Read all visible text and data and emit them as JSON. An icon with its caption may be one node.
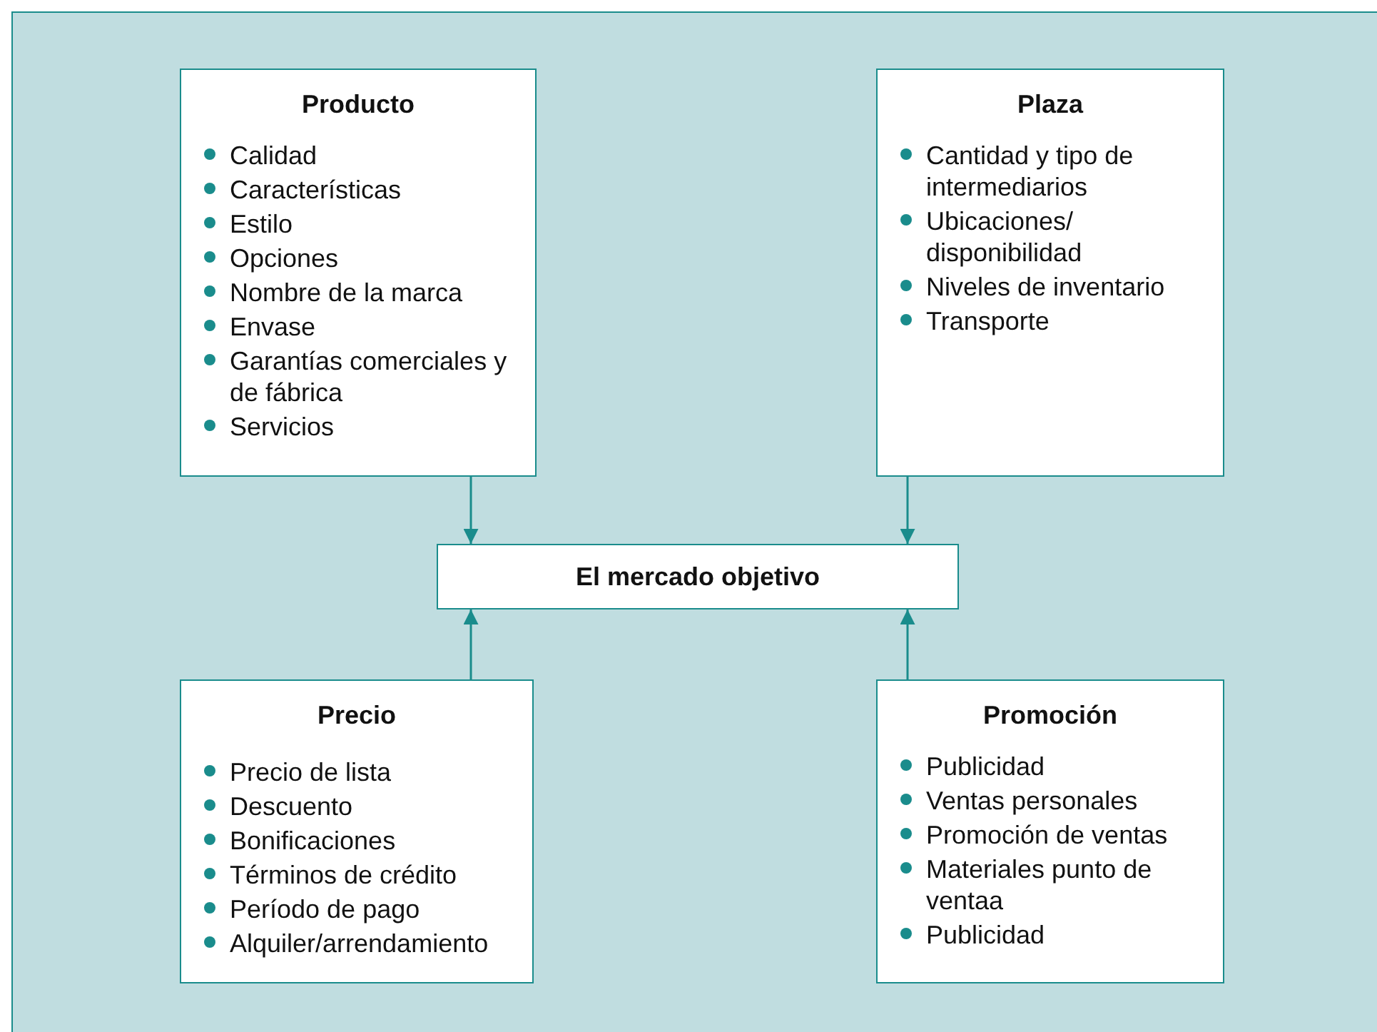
{
  "diagram": {
    "nodes": [
      {
        "text": [
          "Producto",
          "Calidad",
          "Características",
          "Estilo",
          "Opciones",
          "Nombre de la marca",
          "Envase",
          "Garantías comerciales y de fábrica",
          "Servicios"
        ]
      },
      {
        "text": [
          "Plaza",
          "Cantidad y tipo de intermediarios",
          "Ubicaciones/ disponibilidad",
          "Niveles de inventario",
          "Transporte"
        ]
      },
      {
        "text": [
          "El mercado objetivo"
        ]
      },
      {
        "text": [
          "Precio",
          "Precio de lista",
          "Descuento",
          "Bonificaciones",
          "Términos de crédito",
          "Período de pago",
          "Alquiler/arrendamiento"
        ]
      },
      {
        "text": [
          "Promoción",
          "Publicidad",
          "Ventas personales",
          "Promoción de ventas",
          "Materiales punto de ventaa",
          "Publicidad"
        ]
      }
    ],
    "edges": [
      {
        "from": 0,
        "to": 2,
        "arrow": "to"
      },
      {
        "from": 1,
        "to": 2,
        "arrow": "to"
      },
      {
        "from": 3,
        "to": 2,
        "arrow": "to"
      },
      {
        "from": 4,
        "to": 2,
        "arrow": "to"
      }
    ]
  }
}
